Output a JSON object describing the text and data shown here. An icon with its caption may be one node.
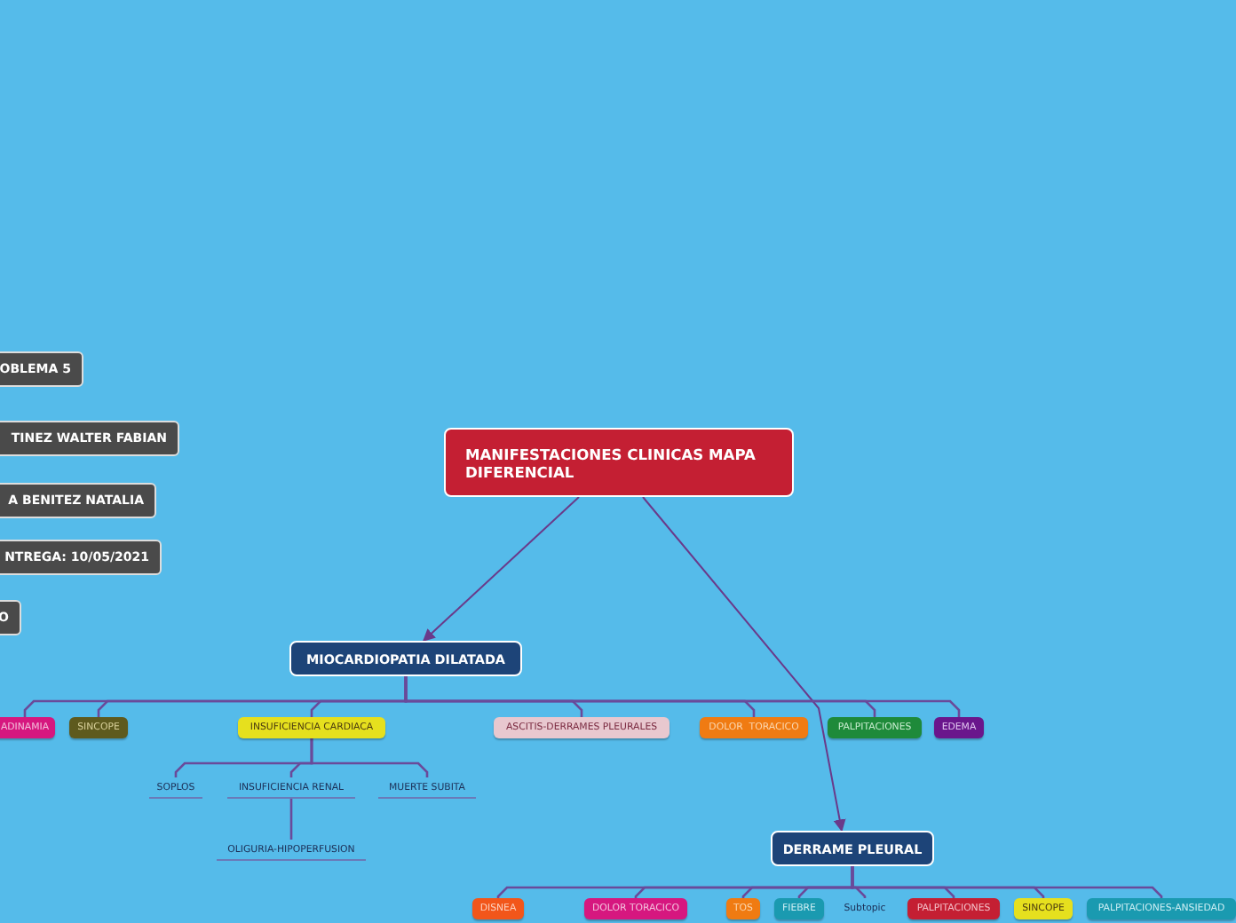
{
  "diagram": {
    "nodes": [
      {
        "text": [
          "MANIFESTACIONES CLINICAS MAPA DIFERENCIAL"
        ]
      },
      {
        "text": [
          "MIOCARDIOPATIA DILATADA"
        ]
      },
      {
        "text": [
          "DERRAME PLEURAL"
        ]
      },
      {
        "text": [
          "OBLEMA 5"
        ]
      },
      {
        "text": [
          "TINEZ WALTER FABIAN"
        ]
      },
      {
        "text": [
          "A BENITEZ NATALIA"
        ]
      },
      {
        "text": [
          "NTREGA: 10/05/2021"
        ]
      },
      {
        "text": [
          "O"
        ]
      },
      {
        "text": [
          "ADINAMIA"
        ]
      },
      {
        "text": [
          "SINCOPE"
        ]
      },
      {
        "text": [
          "INSUFICIENCIA CARDIACA"
        ]
      },
      {
        "text": [
          "ASCITIS-DERRAMES PLEURALES"
        ]
      },
      {
        "text": [
          "DOLOR  TORACICO"
        ]
      },
      {
        "text": [
          "PALPITACIONES"
        ]
      },
      {
        "text": [
          "EDEMA"
        ]
      },
      {
        "text": [
          "SOPLOS"
        ]
      },
      {
        "text": [
          "INSUFICIENCIA RENAL"
        ]
      },
      {
        "text": [
          "MUERTE SUBITA"
        ]
      },
      {
        "text": [
          "OLIGURIA-HIPOPERFUSION"
        ]
      },
      {
        "text": [
          "DISNEA"
        ]
      },
      {
        "text": [
          "DOLOR TORACICO"
        ]
      },
      {
        "text": [
          "TOS"
        ]
      },
      {
        "text": [
          "FIEBRE"
        ]
      },
      {
        "text": [
          "Subtopic"
        ]
      },
      {
        "text": [
          "PALPITACIONES"
        ]
      },
      {
        "text": [
          "SINCOPE"
        ]
      },
      {
        "text": [
          "PALPITACIONES-ANSIEDAD"
        ]
      }
    ],
    "edges": [
      {
        "from": 0,
        "to": 1,
        "arrow": "to"
      },
      {
        "from": 0,
        "to": 2,
        "arrow": "to"
      },
      {
        "from": 1,
        "to": 8,
        "arrow": "none"
      },
      {
        "from": 1,
        "to": 9,
        "arrow": "none"
      },
      {
        "from": 1,
        "to": 10,
        "arrow": "none"
      },
      {
        "from": 1,
        "to": 11,
        "arrow": "none"
      },
      {
        "from": 1,
        "to": 12,
        "arrow": "none"
      },
      {
        "from": 1,
        "to": 13,
        "arrow": "none"
      },
      {
        "from": 1,
        "to": 14,
        "arrow": "none"
      },
      {
        "from": 10,
        "to": 15,
        "arrow": "none"
      },
      {
        "from": 10,
        "to": 16,
        "arrow": "none"
      },
      {
        "from": 10,
        "to": 17,
        "arrow": "none"
      },
      {
        "from": 16,
        "to": 18,
        "arrow": "none"
      },
      {
        "from": 2,
        "to": 19,
        "arrow": "none"
      },
      {
        "from": 2,
        "to": 20,
        "arrow": "none"
      },
      {
        "from": 2,
        "to": 21,
        "arrow": "none"
      },
      {
        "from": 2,
        "to": 22,
        "arrow": "none"
      },
      {
        "from": 2,
        "to": 23,
        "arrow": "none"
      },
      {
        "from": 2,
        "to": 24,
        "arrow": "none"
      },
      {
        "from": 2,
        "to": 25,
        "arrow": "none"
      },
      {
        "from": 2,
        "to": 26,
        "arrow": "none"
      }
    ]
  }
}
